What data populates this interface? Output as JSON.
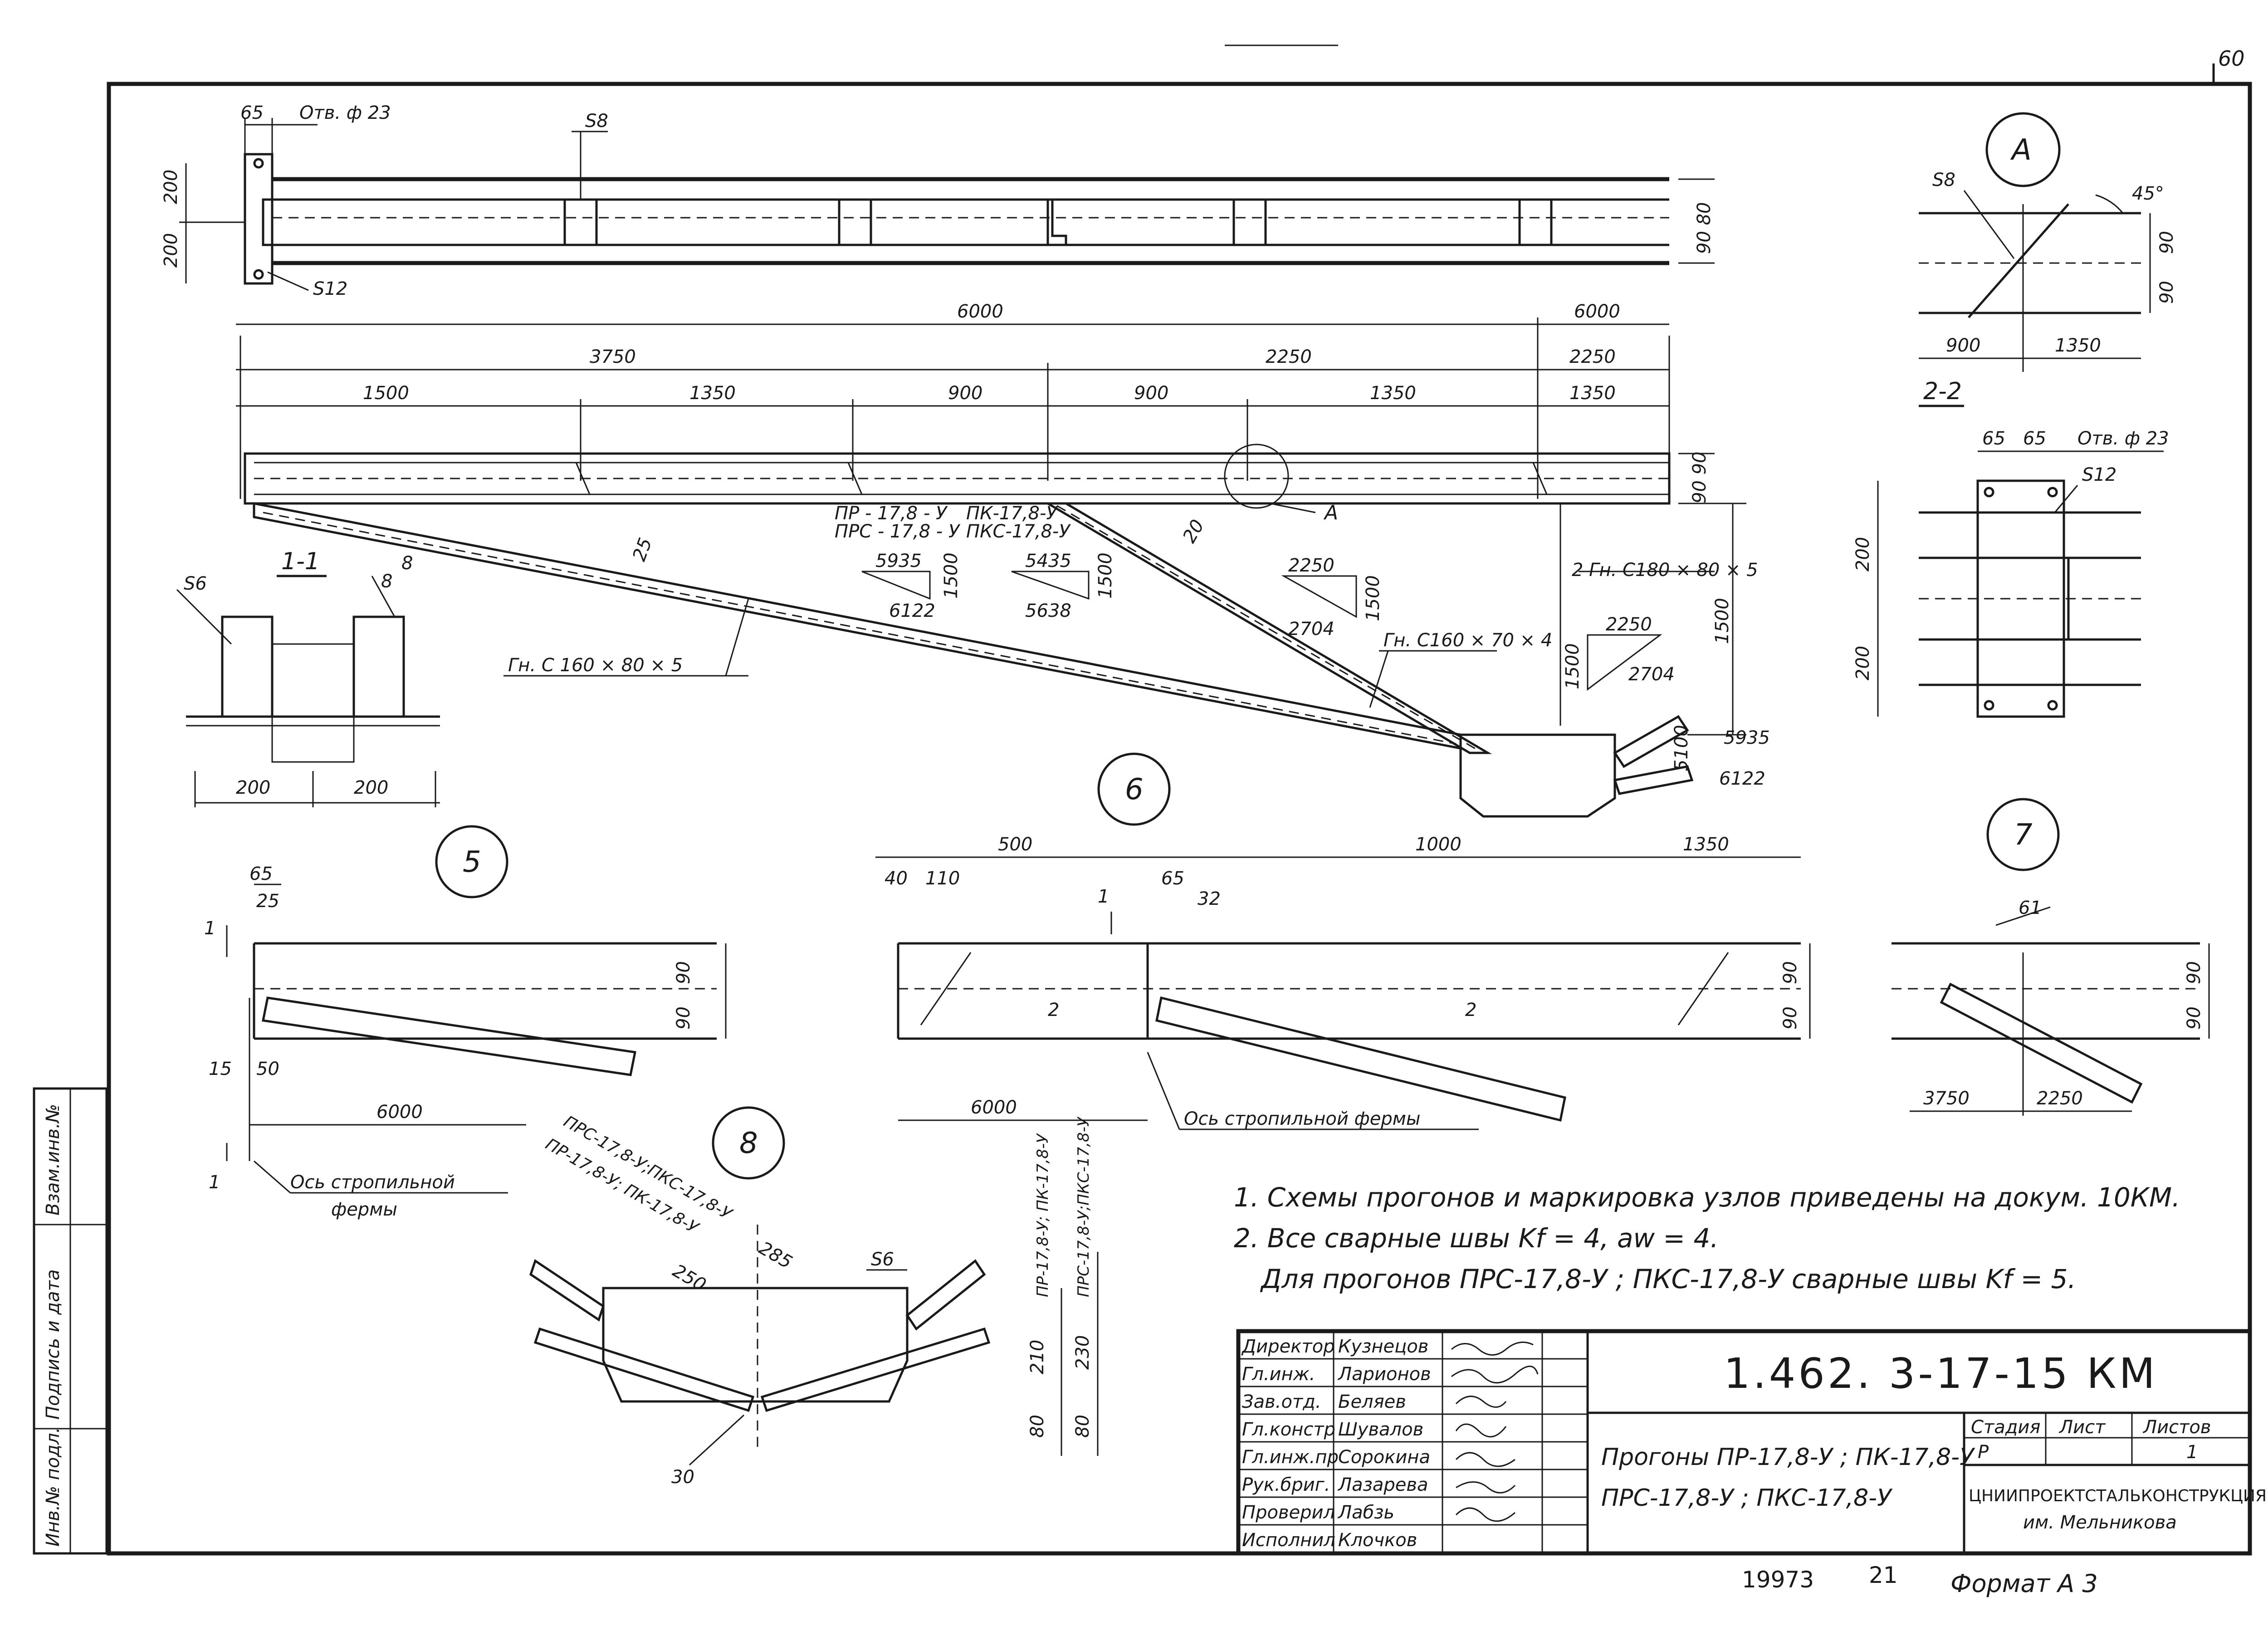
{
  "page_number": "60",
  "drawing_code": "1.462. 3-17-15 КМ",
  "title_lines": [
    "Прогоны ПР-17,8-У ; ПК-17,8-У",
    "ПРС-17,8-У ; ПКС-17,8-У"
  ],
  "organization": [
    "ЦНИИПРОЕКТСТАЛЬКОНСТРУКЦИЯ",
    "им. Мельникова"
  ],
  "stage_headers": [
    "Стадия",
    "Лист",
    "Листов"
  ],
  "stage_values": [
    "Р",
    "",
    "1"
  ],
  "signatures": [
    {
      "role": "Директор",
      "name": "Кузнецов"
    },
    {
      "role": "Гл.инж.",
      "name": "Ларионов"
    },
    {
      "role": "Зав.отд.",
      "name": "Беляев"
    },
    {
      "role": "Гл.констр",
      "name": "Шувалов"
    },
    {
      "role": "Гл.инж.пр",
      "name": "Сорокина"
    },
    {
      "role": "Рук.бриг.",
      "name": "Лазарева"
    },
    {
      "role": "Проверил",
      "name": "Лабзь"
    },
    {
      "role": "Исполнил",
      "name": "Клочков"
    }
  ],
  "side_stamp": [
    "Инв.№ подл.",
    "Подпись и дата",
    "Взам.инв.№"
  ],
  "inventory_number": "19973",
  "sheet_ref": "21",
  "format": "Формат А 3",
  "notes": [
    "1. Схемы прогонов и маркировка узлов приведены на докум. 10КМ.",
    "2. Все сварные швы Kf = 4, aw = 4.",
    "Для прогонов ПРС-17,8-У ; ПКС-17,8-У сварные швы Kf = 5."
  ],
  "callouts": {
    "A": "А",
    "five": "5",
    "six": "6",
    "seven": "7",
    "eight": "8",
    "sec11": "1-1",
    "sec22": "2-2"
  },
  "top_view": {
    "dim_65": "65",
    "hole": "Отв. ф 23",
    "s8": "S8",
    "s12": "S12",
    "dim_200a": "200",
    "dim_200b": "200",
    "dim_9080": "90 80",
    "dim_6000a": "6000",
    "dim_6000b": "6000"
  },
  "elevation": {
    "dim_3750": "3750",
    "dim_2250a": "2250",
    "dim_2250b": "2250",
    "dims_row": [
      "1500",
      "1350",
      "900",
      "900",
      "1350",
      "1350"
    ],
    "dim_9090": "90 90",
    "mark_pr": "ПР - 17,8 - У",
    "mark_prs": "ПРС - 17,8 - У",
    "mark_pk": "ПК-17,8-У",
    "mark_pks": "ПКС-17,8-У",
    "angle_5935": "5935",
    "angle_6122": "6122",
    "angle_1500a": "1500",
    "angle_5435": "5435",
    "angle_5638": "5638",
    "angle_1500b": "1500",
    "angle_2250": "2250",
    "angle_2704": "2704",
    "angle_1500c": "1500",
    "tri_2250": "2250",
    "tri_2704": "2704",
    "tri_1500": "1500",
    "slope_5935": "5935",
    "slope_5100": "5100",
    "slope_6122": "6122",
    "weld_25": "25",
    "weld_20": "20",
    "chord": "2 Гн. С180 × 80 × 5",
    "brace1": "Гн. С 160 × 80 × 5",
    "brace2": "Гн. С160 × 70 × 4",
    "dim_1500v": "1500",
    "node_a": "А"
  },
  "section11": {
    "s6": "S6",
    "dim_8a": "8",
    "dim_8b": "8",
    "dim_200a": "200",
    "dim_200b": "200"
  },
  "sectionA": {
    "s8": "S8",
    "angle": "45°",
    "dim_90a": "90",
    "dim_90b": "90",
    "dim_900": "900",
    "dim_1350": "1350"
  },
  "section22": {
    "dim_65a": "65",
    "dim_65b": "65",
    "hole": "Отв. ф 23",
    "s12": "S12",
    "dim_200a": "200",
    "dim_200b": "200"
  },
  "node5": {
    "dim_65": "65",
    "dim_25": "25",
    "dim_15": "15",
    "dim_50": "50",
    "dim_6000": "6000",
    "dim_90a": "90",
    "dim_90b": "90",
    "cut": "1",
    "cut2": "1",
    "axis1": "Ось стропильной",
    "axis2": "фермы"
  },
  "node6": {
    "dim_500": "500",
    "dim_1000": "1000",
    "dim_1350": "1350",
    "dim_40": "40",
    "dim_110": "110",
    "dim_65": "65",
    "dim_32": "32",
    "dim_6000": "6000",
    "dim_90a": "90",
    "dim_90b": "90",
    "cut": "1",
    "cut2a": "2",
    "cut2b": "2",
    "axis": "Ось стропильной фермы"
  },
  "node7": {
    "dim_61": "61",
    "dim_3750": "3750",
    "dim_2250": "2250",
    "dim_90a": "90",
    "dim_90b": "90"
  },
  "node8": {
    "mark_left1": "ПРС-17,8-У;ПКС-17,8-У",
    "mark_left2": "ПР-17,8-У; ПК-17,8-У",
    "mark_right1": "ПР-17,8-У; ПК-17,8-У",
    "mark_right2": "ПРС-17,8-У;ПКС-17,8-У",
    "dim_285": "285",
    "dim_250": "250",
    "s6": "S6",
    "dim_210": "210",
    "dim_230": "230",
    "dim_80a": "80",
    "dim_80b": "80",
    "dim_30": "30"
  }
}
